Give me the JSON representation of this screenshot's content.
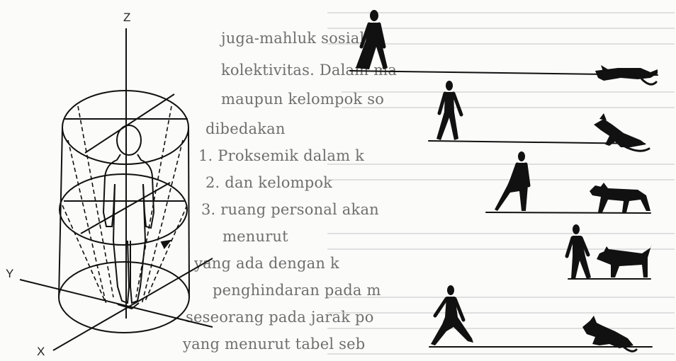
{
  "figure_left": {
    "axes": {
      "z": "Z",
      "y": "Y",
      "x": "X"
    }
  },
  "bleed_text": [
    "juga-mahluk sosial, b",
    "kolektivitas. Dalam ma",
    "maupun kelompok so",
    "dibedakan",
    "1. Proksemik dalam k",
    "2. dan kelompok",
    "3. ruang personal akan",
    "menurut",
    "yang ada dengan k",
    "penghindaran pada m",
    "seseorang pada jarak po",
    "yang menurut tabel seb"
  ],
  "figure_right": {
    "scenes": [
      "far",
      "approach",
      "near",
      "face-off",
      "flee"
    ]
  }
}
